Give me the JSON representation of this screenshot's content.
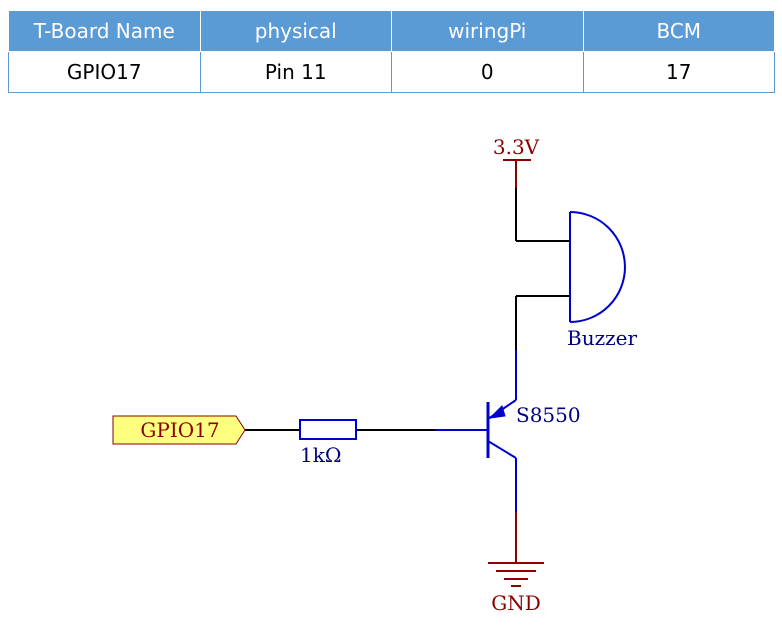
{
  "table": {
    "headers": [
      "T-Board Name",
      "physical",
      "wiringPi",
      "BCM"
    ],
    "rows": [
      [
        "GPIO17",
        "Pin 11",
        "0",
        "17"
      ]
    ]
  },
  "schematic": {
    "power_label": "3.3V",
    "buzzer_label": "Buzzer",
    "transistor_label": "S8550",
    "resistor_label": "1kΩ",
    "gpio_label": "GPIO17",
    "ground_label": "GND"
  },
  "colors": {
    "table_header_bg": "#5b9bd5",
    "table_border": "#5b9bd5",
    "wire": "#000000",
    "component": "#0000cc",
    "power_symbol": "#8b0000",
    "port_fill": "#ffff80",
    "port_text": "#8b0000"
  }
}
